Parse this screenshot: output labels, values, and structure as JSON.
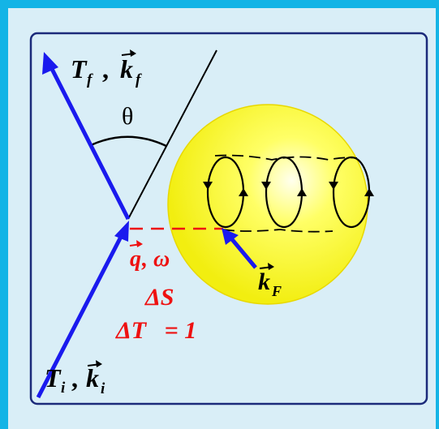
{
  "labels": {
    "outgoing_T": "T",
    "outgoing_T_sub": "f",
    "outgoing_comma": ",",
    "outgoing_k": "k",
    "outgoing_k_sub": "f",
    "angle": "θ",
    "transfer": "q",
    "transfer_sep": ", ω",
    "delta_S": "ΔS",
    "delta_T": "ΔT   = 1",
    "fermi_k": "k",
    "fermi_k_sub": "F",
    "incoming_T": "T",
    "incoming_T_sub": "i",
    "incoming_comma": ",",
    "incoming_k": "k",
    "incoming_k_sub": "i"
  },
  "colors": {
    "frame": "#14b4e6",
    "panel_bg": "#d9eef7",
    "box_border": "#1b2a7a",
    "arrow_blue": "#1a1aee",
    "red_text": "#ee1111",
    "sphere_fill": "#ffff33",
    "sphere_edge": "#e8d800"
  },
  "icons": [
    "vector-arrow-icon"
  ]
}
